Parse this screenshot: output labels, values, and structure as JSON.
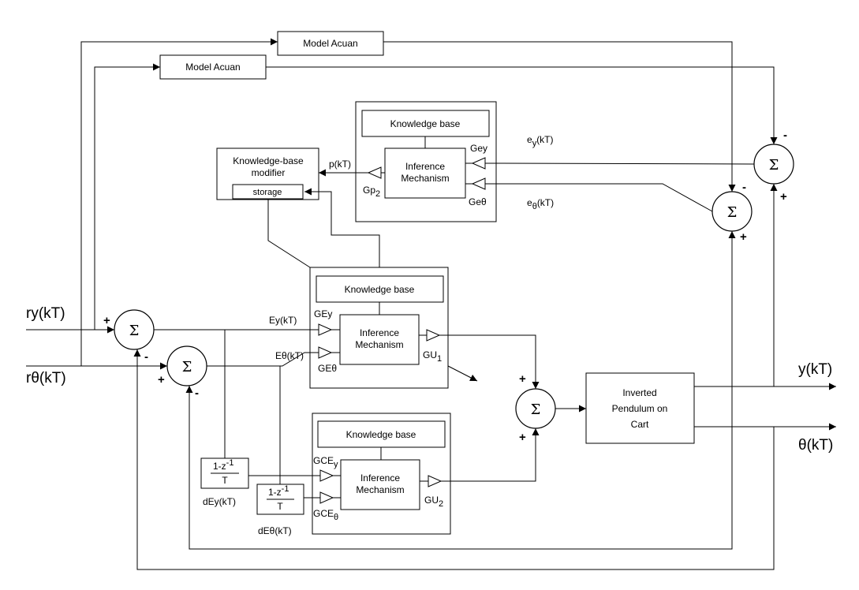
{
  "model_block_top": "Model Acuan",
  "model_block_second": "Model Acuan",
  "kb_modifier": {
    "line1": "Knowledge-base",
    "line2": "modifier",
    "storage": "storage"
  },
  "supervisor": {
    "knowledge_base": "Knowledge base",
    "inference_line1": "Inference",
    "inference_line2": "Mechanism",
    "gain_p": "Gp",
    "gain_p_sub": "2",
    "gain_ey": "Gey",
    "gain_etheta": "Geθ",
    "output_signal": "p(kT)"
  },
  "error_signals": {
    "ey_main": "e",
    "ey_sub": "y",
    "ey_tail": "(kT)",
    "etheta_main": "e",
    "etheta_sub": "θ",
    "etheta_tail": "(kT)"
  },
  "fuzzy_controller_1": {
    "knowledge_base": "Knowledge base",
    "inference_line1": "Inference",
    "inference_line2": "Mechanism",
    "gain_ey": "GEy",
    "gain_etheta": "GEθ",
    "gain_u": "GU",
    "gain_u_sub": "1"
  },
  "fuzzy_controller_2": {
    "knowledge_base": "Knowledge base",
    "inference_line1": "Inference",
    "inference_line2": "Mechanism",
    "gain_ce_y": "GCE",
    "gain_ce_y_sub": "y",
    "gain_ce_theta": "GCE",
    "gain_ce_theta_sub": "θ",
    "gain_u": "GU",
    "gain_u_sub": "2"
  },
  "signals": {
    "ey": "Ey(kT)",
    "etheta": "Eθ(kT)",
    "dey": "dEy(kT)",
    "detheta": "dEθ(kT)",
    "ry": "ry(kT)",
    "rtheta": "rθ(kT)",
    "y_out": "y(kT)",
    "theta_out": "θ(kT)"
  },
  "difference_block": {
    "numerator": "1-z",
    "exponent": "-1",
    "denominator": "T"
  },
  "plant": {
    "line1": "Inverted",
    "line2": "Pendulum on",
    "line3": "Cart"
  },
  "summing_junction": {
    "symbol": "Σ",
    "plus": "+",
    "minus": "-"
  }
}
